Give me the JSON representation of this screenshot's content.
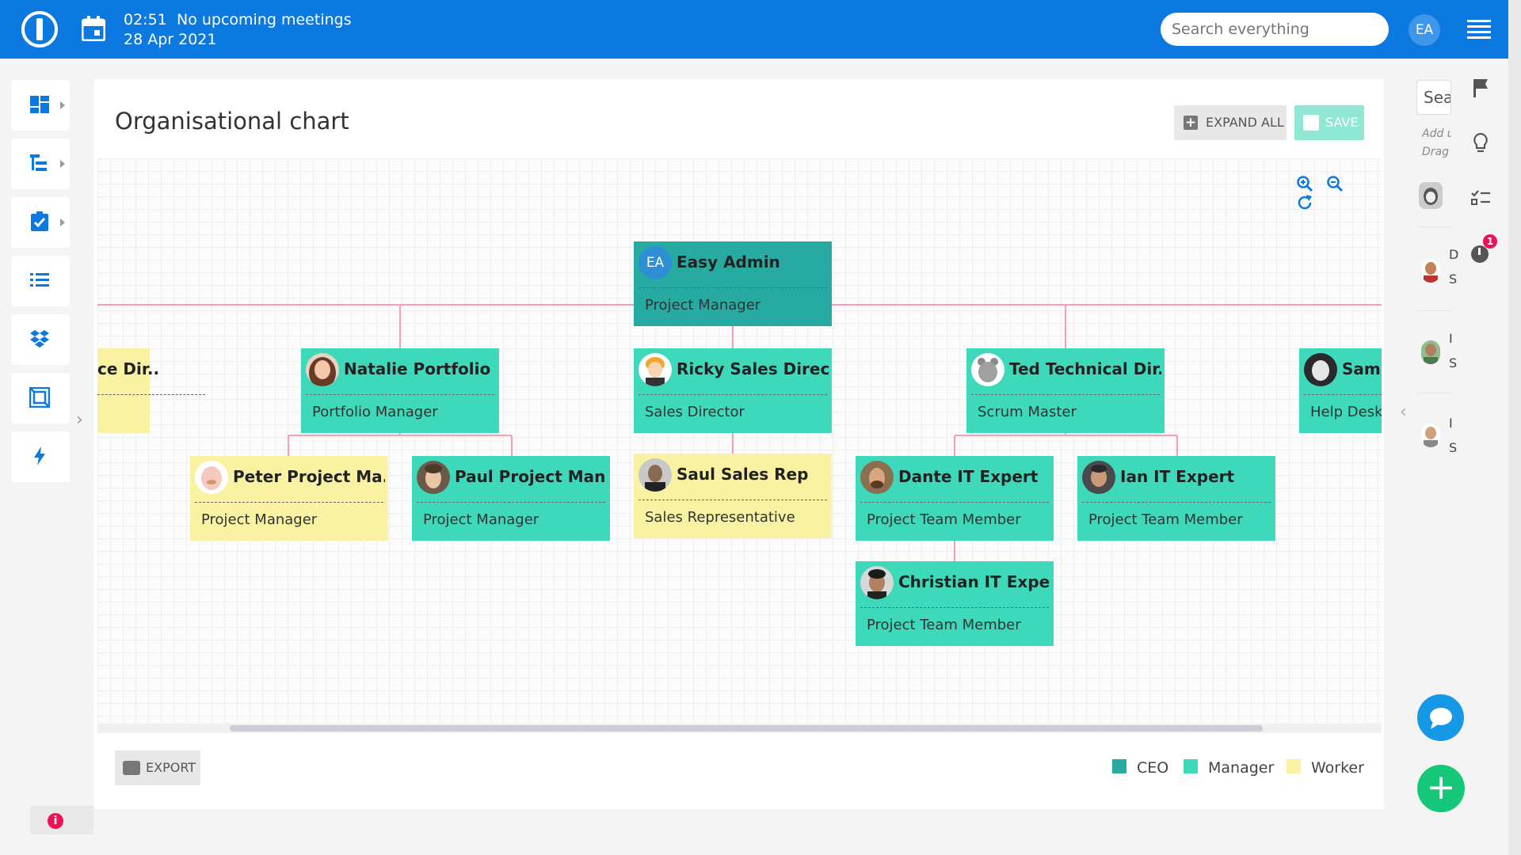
{
  "topbar": {
    "time": "02:51",
    "meetings": "No upcoming meetings",
    "date": "28 Apr 2021",
    "search_placeholder": "Search everything",
    "user_initials": "EA"
  },
  "page": {
    "title": "Organisational chart",
    "expand_all_label": "EXPAND ALL",
    "save_label": "SAVE",
    "export_label": "EXPORT"
  },
  "org": {
    "ceo": {
      "initials": "EA",
      "name": "Easy Admin",
      "role": "Project Manager"
    },
    "left_partial": {
      "name": "ce Dir..."
    },
    "natalie": {
      "name": "Natalie Portfolio ...",
      "role": "Portfolio Manager"
    },
    "ricky": {
      "name": "Ricky Sales Direc...",
      "role": "Sales Director"
    },
    "ted": {
      "name": "Ted Technical Dir...",
      "role": "Scrum Master"
    },
    "sam": {
      "name": "Sam S",
      "role": "Help Desk M"
    },
    "peter": {
      "name": "Peter Project Ma...",
      "role": "Project Manager"
    },
    "paul": {
      "name": "Paul Project Man...",
      "role": "Project Manager"
    },
    "saul": {
      "name": "Saul Sales Rep",
      "role": "Sales Representative"
    },
    "dante": {
      "name": "Dante IT Expert",
      "role": "Project Team Member"
    },
    "ian": {
      "name": "Ian IT Expert",
      "role": "Project Team Member"
    },
    "christian": {
      "name": "Christian IT Expert",
      "role": "Project Team Member"
    }
  },
  "legend": [
    {
      "label": "CEO",
      "color": "#26aaa2"
    },
    {
      "label": "Manager",
      "color": "#3ed9bb"
    },
    {
      "label": "Worker",
      "color": "#f8f2a2"
    }
  ],
  "right_sidebar": {
    "search_placeholder": "Sea",
    "hint_line1": "Add u",
    "hint_line2": "Drag",
    "contact_letters": [
      "D",
      "S",
      "I",
      "S",
      "I",
      "S"
    ],
    "notification_count": "1"
  },
  "colors": {
    "topbar": "#0b79e0",
    "accent_icon": "#0b79e0",
    "connector": "#f4a0b4",
    "save": "#8fe8d6",
    "badge": "#ee1155",
    "add": "#17c779",
    "chat": "#1599e6"
  },
  "info_badge": "i",
  "left_sidebar": [
    "dashboard-icon",
    "hierarchy-icon",
    "tasks-icon",
    "list-icon",
    "dropbox-icon",
    "resources-icon",
    "lightning-icon"
  ]
}
